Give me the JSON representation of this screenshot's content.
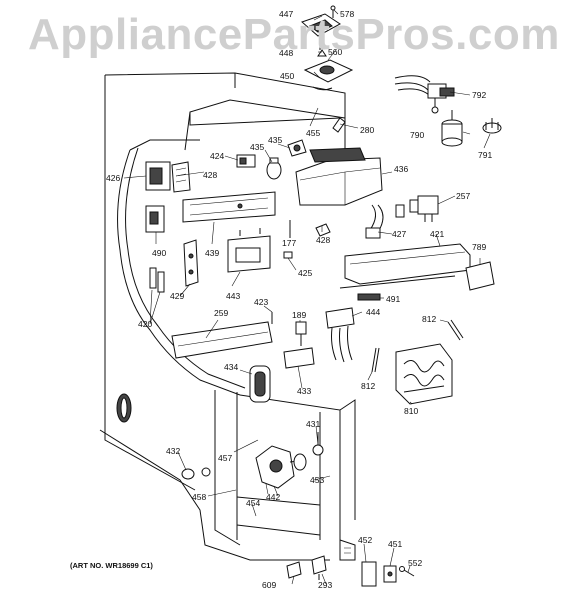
{
  "watermark": "AppliancePartsPros.com",
  "art_number": "(ART NO. WR18699 C1)",
  "callouts": [
    "447",
    "578",
    "448",
    "560",
    "450",
    "455",
    "280",
    "792",
    "790",
    "791",
    "435",
    "435",
    "424",
    "428",
    "426",
    "436",
    "257",
    "490",
    "439",
    "177",
    "428",
    "427",
    "421",
    "789",
    "425",
    "429",
    "443",
    "423",
    "491",
    "420",
    "259",
    "189",
    "444",
    "812",
    "434",
    "812",
    "433",
    "810",
    "431",
    "432",
    "457",
    "442",
    "453",
    "458",
    "454",
    "452",
    "451",
    "552",
    "609",
    "293"
  ]
}
